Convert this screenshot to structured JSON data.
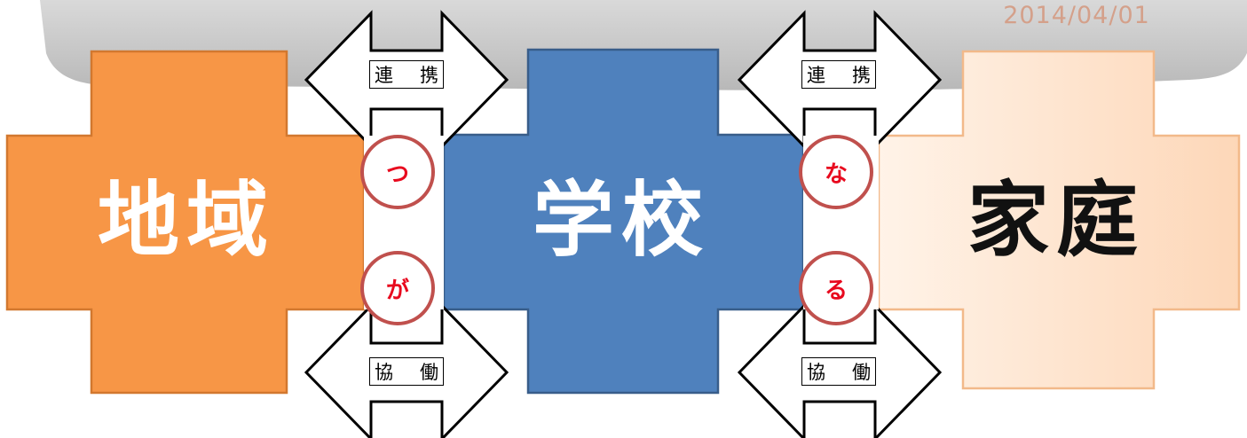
{
  "date": "2014/04/01",
  "blocks": {
    "region": {
      "label": "地域",
      "color": "#f79646"
    },
    "school": {
      "label": "学校",
      "color": "#4f81bd"
    },
    "family": {
      "label": "家庭",
      "color": "#fdd9bd"
    }
  },
  "arrows": {
    "top_left": [
      "連",
      "携"
    ],
    "top_right": [
      "連",
      "携"
    ],
    "bottom_left": [
      "協",
      "働"
    ],
    "bottom_right": [
      "協",
      "働"
    ]
  },
  "circles": {
    "c1": "つ",
    "c2": "が",
    "c3": "な",
    "c4": "る"
  },
  "colors": {
    "circle_border": "#c0504d",
    "circle_text": "#e8091e",
    "date_text": "#d4a08a"
  }
}
